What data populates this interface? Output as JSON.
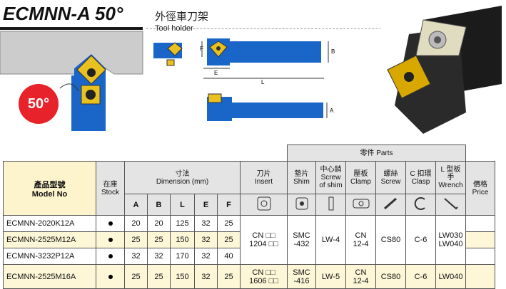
{
  "header": {
    "title": "ECMNN-A 50°",
    "cn_title": "外徑車刀架",
    "en_title": "Tool holder",
    "angle_badge": "50°"
  },
  "diagram_labels": {
    "F": "F",
    "B": "B",
    "E": "E",
    "L": "L",
    "A": "A"
  },
  "table": {
    "parts_group": "零件 Parts",
    "model_cn": "產品型號",
    "model_en": "Model No",
    "stock_cn": "在庫",
    "stock_en": "Stock",
    "dim_cn": "寸法",
    "dim_en": "Dimension (mm)",
    "insert_cn": "刀片",
    "insert_en": "Insert",
    "shim_cn": "墊片",
    "shim_en": "Shim",
    "screw_shim_cn": "中心銷",
    "screw_shim_en1": "Screw",
    "screw_shim_en2": "of shim",
    "clamp_cn": "壓板",
    "clamp_en": "Clamp",
    "screw_cn": "螺絲",
    "screw_en": "Screw",
    "clasp_cn": "C 扣環",
    "clasp_en": "Clasp",
    "wrench_cn1": "L 型板",
    "wrench_cn2": "手",
    "wrench_en": "Wrench",
    "price_cn": "價格",
    "price_en": "Price",
    "dims": [
      "A",
      "B",
      "L",
      "E",
      "F"
    ],
    "rows": [
      {
        "model": "ECMNN-2020K12A",
        "A": "20",
        "B": "20",
        "L": "125",
        "E": "32",
        "F": "25"
      },
      {
        "model": "ECMNN-2525M12A",
        "A": "25",
        "B": "25",
        "L": "150",
        "E": "32",
        "F": "25"
      },
      {
        "model": "ECMNN-3232P12A",
        "A": "32",
        "B": "32",
        "L": "170",
        "E": "32",
        "F": "40"
      },
      {
        "model": "ECMNN-2525M16A",
        "A": "25",
        "B": "25",
        "L": "150",
        "E": "32",
        "F": "25"
      }
    ],
    "group1": {
      "insert_l1": "CN □□",
      "insert_l2": "1204 □□",
      "shim_l1": "SMC",
      "shim_l2": "-432",
      "screw_shim": "LW-4",
      "clamp_l1": "CN",
      "clamp_l2": "12-4",
      "screw": "CS80",
      "clasp": "C-6",
      "wrench_l1": "LW030",
      "wrench_l2": "LW040"
    },
    "group2": {
      "insert_l1": "CN □□",
      "insert_l2": "1606 □□",
      "shim_l1": "SMC",
      "shim_l2": "-416",
      "screw_shim": "LW-5",
      "clamp_l1": "CN",
      "clamp_l2": "12-4",
      "screw": "CS80",
      "clasp": "C-6",
      "wrench": "LW040"
    }
  }
}
